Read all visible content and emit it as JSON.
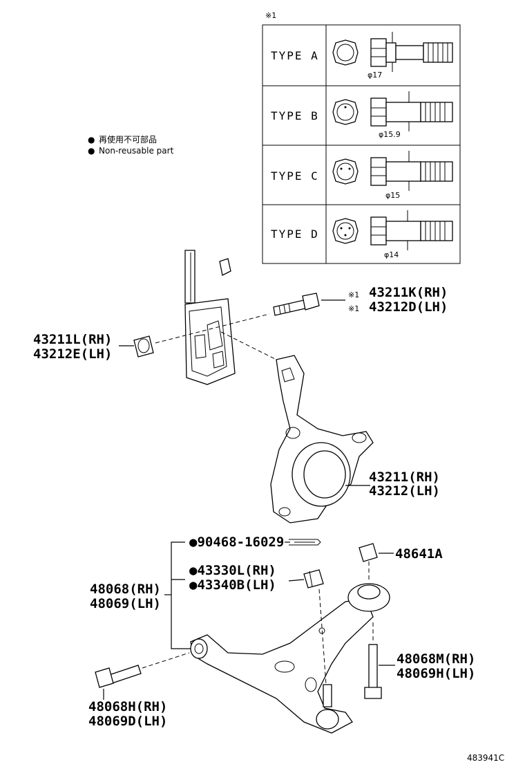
{
  "diagram_id": "483941C",
  "type_table": {
    "note_mark": "※1",
    "rows": [
      {
        "label": "TYPE  A",
        "diameter": "φ17"
      },
      {
        "label": "TYPE  B",
        "diameter": "φ15.9"
      },
      {
        "label": "TYPE  C",
        "diameter": "φ15"
      },
      {
        "label": "TYPE  D",
        "diameter": "φ14"
      }
    ]
  },
  "legend": {
    "bullet": "●",
    "japanese": "再使用不可部品",
    "english": "Non-reusable part"
  },
  "callouts": {
    "bolt_upper_mark": "※1",
    "bolt_upper_rh": "43211K(RH)",
    "bolt_upper_lh": "43212D(LH)",
    "nut_rh": "43211L(RH)",
    "nut_lh": "43212E(LH)",
    "knuckle_rh": "43211(RH)",
    "knuckle_lh": "43212(LH)",
    "cotter_pin": "●90468-16029",
    "ball_nut_rh": "●43330L(RH)",
    "ball_nut_lh": "●43340B(LH)",
    "arm_rh": "48068(RH)",
    "arm_lh": "48069(LH)",
    "arm_nut": "48641A",
    "rear_bolt_rh": "48068M(RH)",
    "rear_bolt_lh": "48069H(LH)",
    "front_bolt_rh": "48068H(RH)",
    "front_bolt_lh": "48069D(LH)"
  }
}
